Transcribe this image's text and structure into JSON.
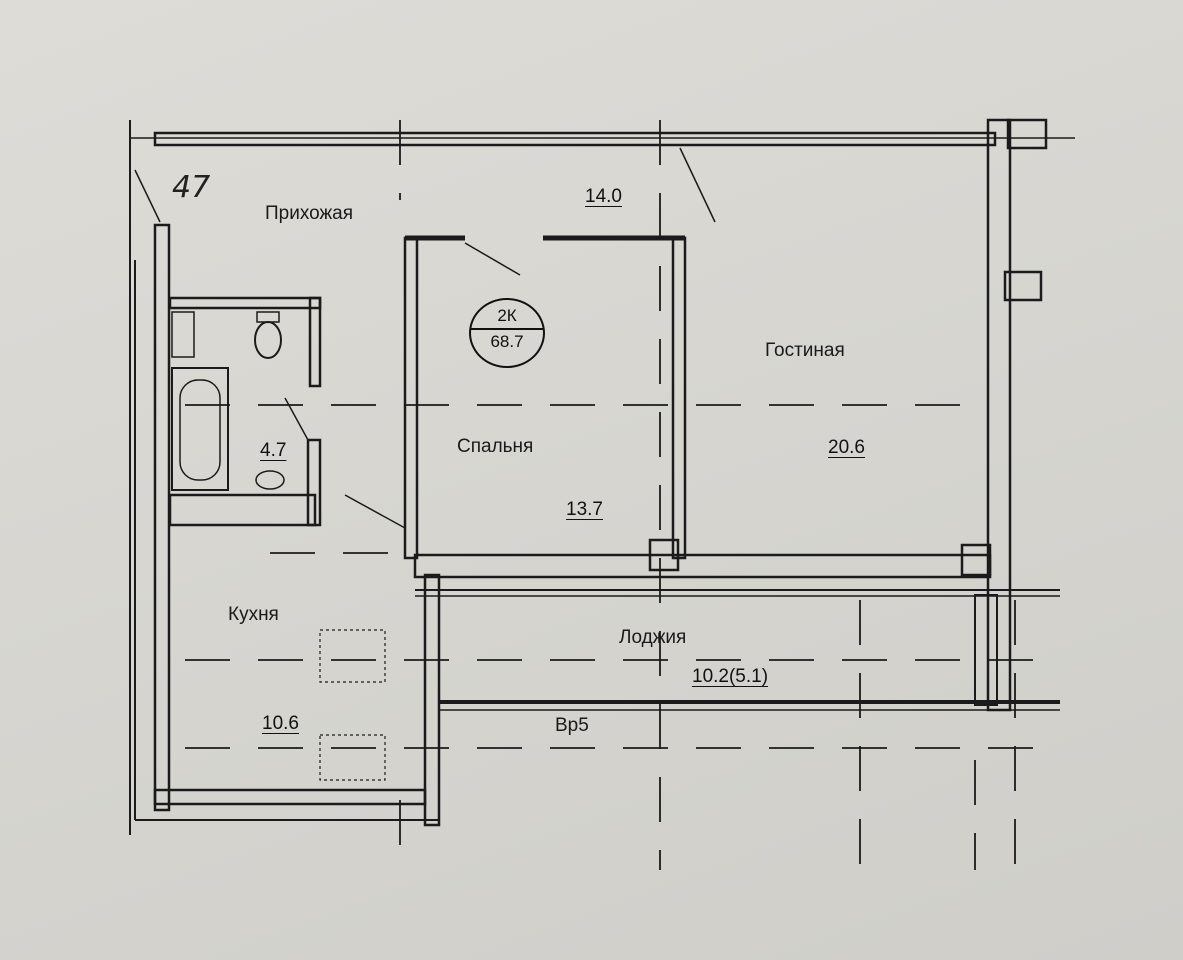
{
  "plan": {
    "apartment_number": "47",
    "badge": {
      "rooms": "2К",
      "total_area": "68.7"
    },
    "rooms": [
      {
        "name": "Прихожая",
        "area": "14.0"
      },
      {
        "name": "Гостиная",
        "area": "20.6"
      },
      {
        "name": "Спальня",
        "area": "13.7"
      },
      {
        "name": "",
        "area": "4.7"
      },
      {
        "name": "Кухня",
        "area": "10.6"
      },
      {
        "name": "Лоджия",
        "area": "10.2(5.1)"
      }
    ],
    "marker": "Вр5"
  }
}
